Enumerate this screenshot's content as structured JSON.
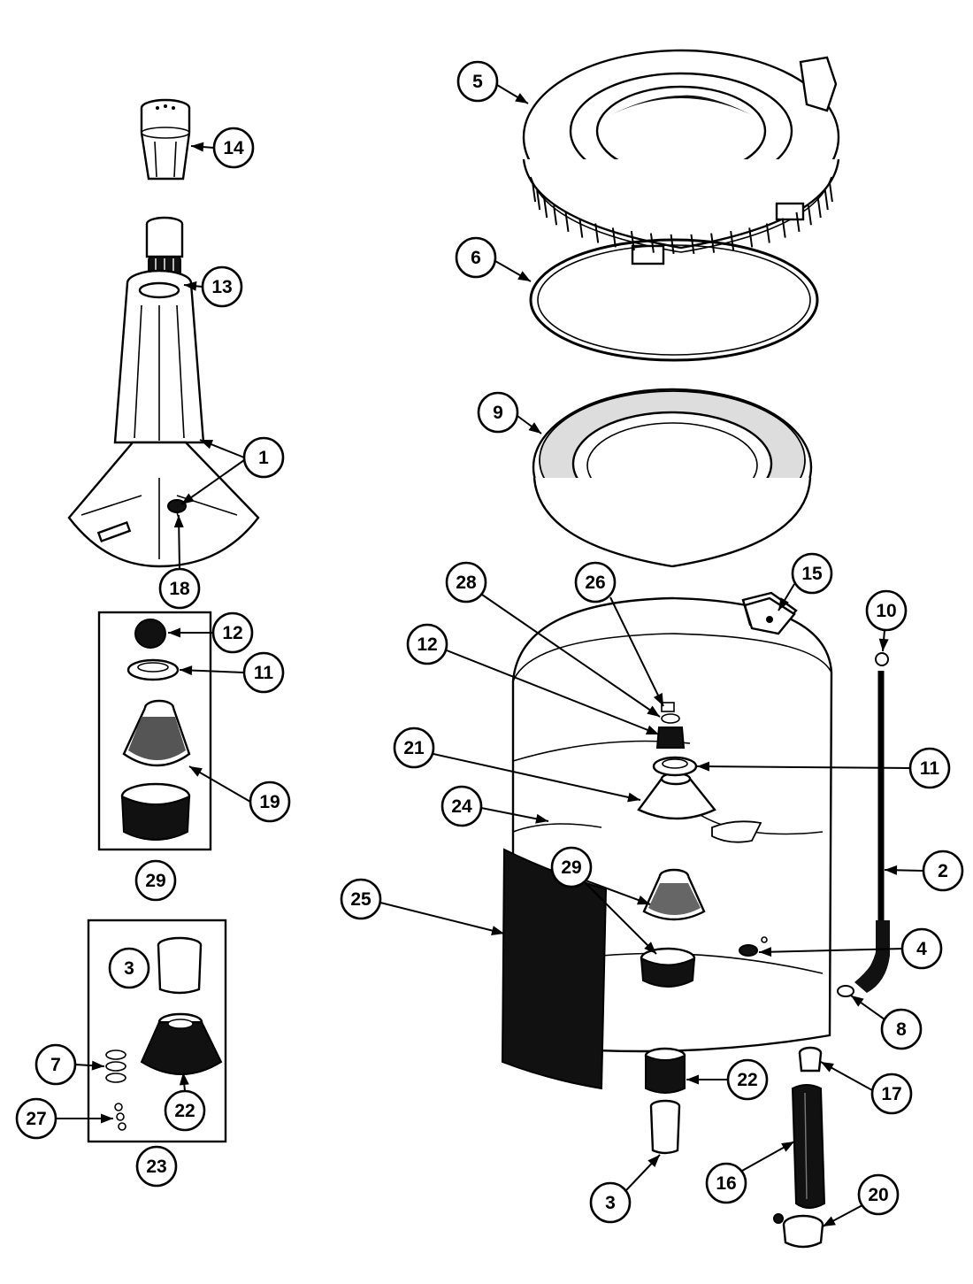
{
  "diagram": {
    "callouts": [
      {
        "id": "c14",
        "label": "14"
      },
      {
        "id": "c13",
        "label": "13"
      },
      {
        "id": "c1",
        "label": "1"
      },
      {
        "id": "c18",
        "label": "18"
      },
      {
        "id": "c12a",
        "label": "12"
      },
      {
        "id": "c11a",
        "label": "11"
      },
      {
        "id": "c19",
        "label": "19"
      },
      {
        "id": "c29a",
        "label": "29"
      },
      {
        "id": "c3a",
        "label": "3"
      },
      {
        "id": "c7",
        "label": "7"
      },
      {
        "id": "c22a",
        "label": "22"
      },
      {
        "id": "c27",
        "label": "27"
      },
      {
        "id": "c23",
        "label": "23"
      },
      {
        "id": "c5",
        "label": "5"
      },
      {
        "id": "c6",
        "label": "6"
      },
      {
        "id": "c9",
        "label": "9"
      },
      {
        "id": "c28",
        "label": "28"
      },
      {
        "id": "c26",
        "label": "26"
      },
      {
        "id": "c15",
        "label": "15"
      },
      {
        "id": "c10",
        "label": "10"
      },
      {
        "id": "c12b",
        "label": "12"
      },
      {
        "id": "c11b",
        "label": "11"
      },
      {
        "id": "c21",
        "label": "21"
      },
      {
        "id": "c24",
        "label": "24"
      },
      {
        "id": "c2",
        "label": "2"
      },
      {
        "id": "c29b",
        "label": "29"
      },
      {
        "id": "c25",
        "label": "25"
      },
      {
        "id": "c4",
        "label": "4"
      },
      {
        "id": "c8",
        "label": "8"
      },
      {
        "id": "c22b",
        "label": "22"
      },
      {
        "id": "c17",
        "label": "17"
      },
      {
        "id": "c3b",
        "label": "3"
      },
      {
        "id": "c16",
        "label": "16"
      },
      {
        "id": "c20",
        "label": "20"
      }
    ]
  }
}
